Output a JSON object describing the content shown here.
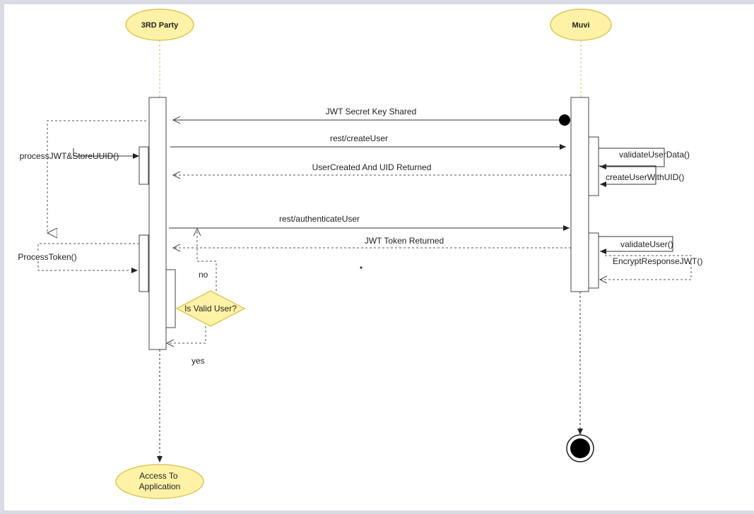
{
  "actors": {
    "third_party": "3RD Party",
    "muvi": "Muvi",
    "end": "Access To Application"
  },
  "messages": {
    "secret_key": "JWT Secret Key Shared",
    "create_user": "rest/createUser",
    "user_created": "UserCreated And UID Returned",
    "authenticate_user": "rest/authenticateUser",
    "token_returned": "JWT Token Returned"
  },
  "self_calls": {
    "process_jwt": "processJWT&StoreUUID()",
    "validate_user_data": "validateUserData()",
    "create_user_with_uid": "createUserWithUID()",
    "process_token": "ProcessToken()",
    "validate_user": "validateUser()",
    "encrypt_response": "EncryptResponseJWT()"
  },
  "decision": {
    "label": "Is Valid User?",
    "no": "no",
    "yes": "yes"
  },
  "colors": {
    "actor_fill": "#fff2a6",
    "actor_stroke": "#d8c85a",
    "lifeline_dash": "#e6b070",
    "line": "#333333",
    "dashed": "#555555"
  }
}
